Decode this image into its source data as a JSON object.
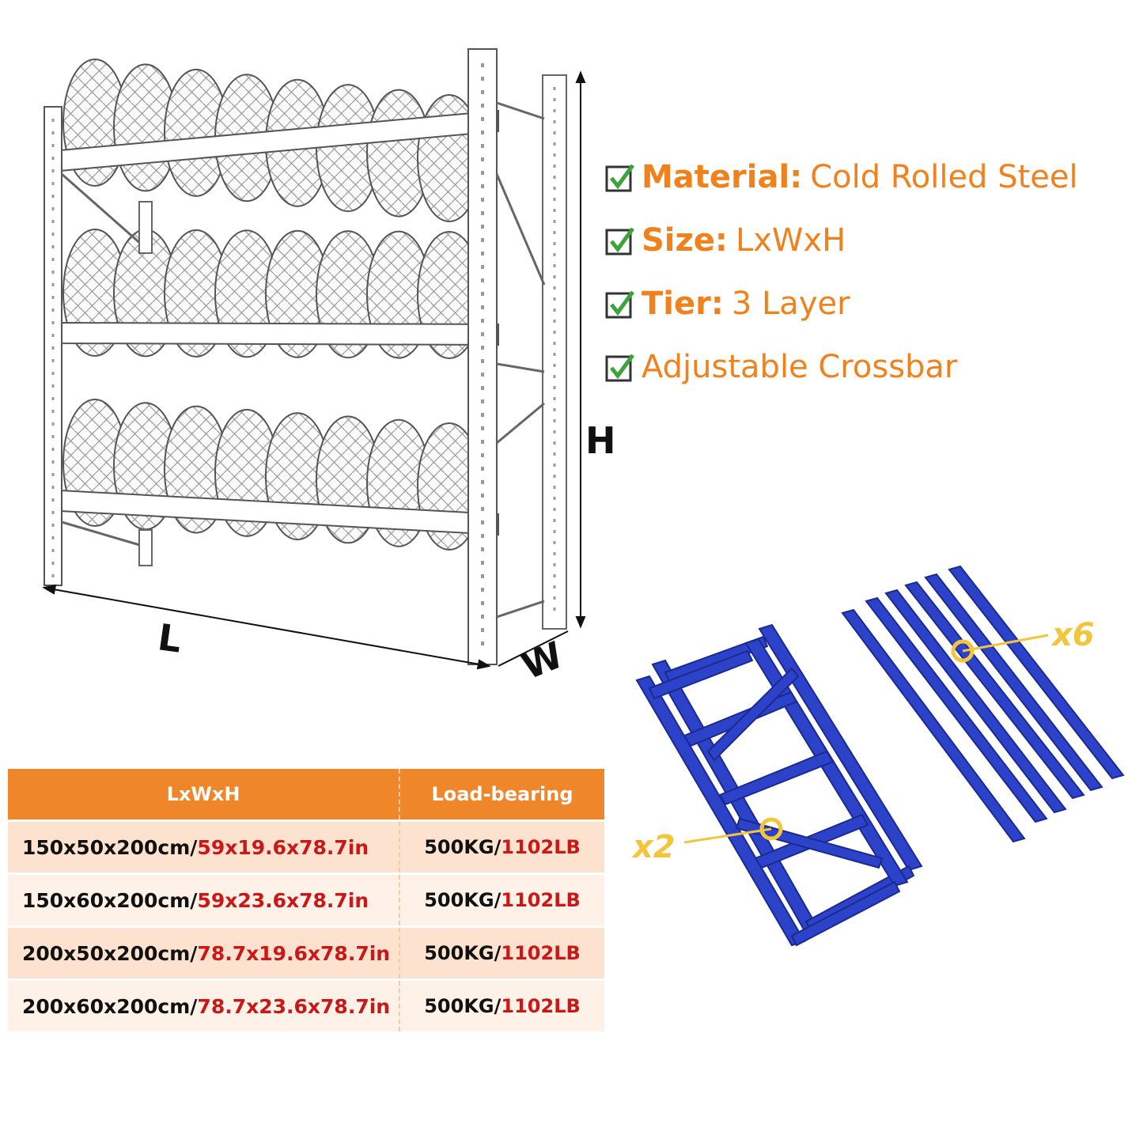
{
  "dimension_labels": {
    "length": "L",
    "width": "W",
    "height": "H"
  },
  "features": [
    {
      "key": "Material:",
      "value": "Cold Rolled Steel"
    },
    {
      "key": "Size:",
      "value": "LxWxH"
    },
    {
      "key": "Tier:",
      "value": "3 Layer"
    },
    {
      "key": "",
      "value": "Adjustable Crossbar"
    }
  ],
  "parts": {
    "frames_qty": "x2",
    "beams_qty": "x6"
  },
  "table": {
    "headers": [
      "LxWxH",
      "Load-bearing"
    ],
    "rows": [
      {
        "size_cm": "150x50x200cm/",
        "size_in": "59x19.6x78.7in",
        "load_kg": "500KG/",
        "load_lb": "1102LB"
      },
      {
        "size_cm": "150x60x200cm/",
        "size_in": "59x23.6x78.7in",
        "load_kg": "500KG/",
        "load_lb": "1102LB"
      },
      {
        "size_cm": "200x50x200cm/",
        "size_in": "78.7x19.6x78.7in",
        "load_kg": "500KG/",
        "load_lb": "1102LB"
      },
      {
        "size_cm": "200x60x200cm/",
        "size_in": "78.7x23.6x78.7in",
        "load_kg": "500KG/",
        "load_lb": "1102LB"
      }
    ]
  },
  "colors": {
    "accent_orange": "#f0821e",
    "steel_blue": "#2c42c8",
    "label_yellow": "#f2c53d",
    "imperial_red": "#c81818",
    "check_green": "#3aa33a"
  }
}
